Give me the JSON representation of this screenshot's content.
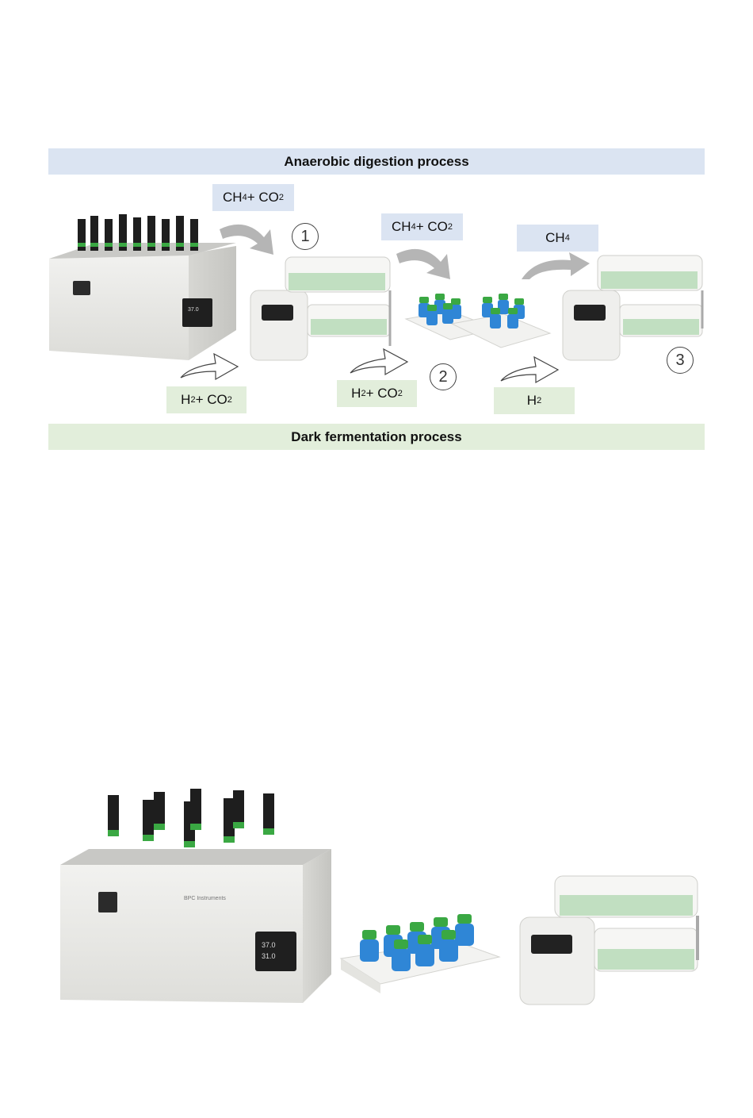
{
  "diagram": {
    "top_band": "Anaerobic digestion process",
    "bottom_band": "Dark fermentation process",
    "gas_labels": {
      "upper_1": {
        "a": "CH",
        "a_sub": "4",
        "mid": " + CO",
        "b_sub": "2"
      },
      "upper_2": {
        "a": "CH",
        "a_sub": "4",
        "mid": " + CO",
        "b_sub": "2"
      },
      "upper_3": {
        "a": "CH",
        "a_sub": "4"
      },
      "lower_1": {
        "a": "H",
        "a_sub": "2",
        "mid": " + CO",
        "b_sub": "2"
      },
      "lower_2": {
        "a": "H",
        "a_sub": "2",
        "mid": " + CO",
        "b_sub": "2"
      },
      "lower_3": {
        "a": "H",
        "a_sub": "2"
      }
    },
    "steps": [
      "1",
      "2",
      "3"
    ]
  },
  "colors": {
    "digestion_band": "#dbe4f2",
    "fermentation_band": "#e2eedb",
    "arrow_solid": "#b5b5b5",
    "bottle_cap_black": "#1e1e1e",
    "cap_ring_green": "#3aa843",
    "liquid_blue": "#2f86d6",
    "instrument_body": "#ececea"
  },
  "icons": [
    "water-bath-icon",
    "gas-tank-rack-icon",
    "absorption-tray-icon",
    "curved-arrow-icon"
  ]
}
